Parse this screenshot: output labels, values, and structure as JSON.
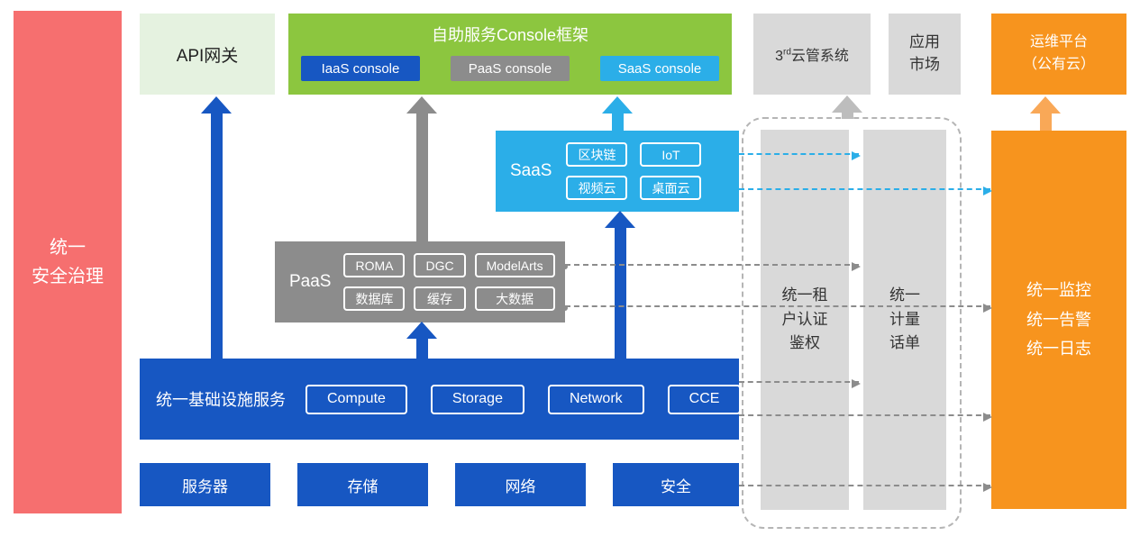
{
  "colors": {
    "red": "#F66F6F",
    "light-green": "#E5F2E0",
    "green": "#8CC63F",
    "blue": "#1757C2",
    "gray": "#8C8C8C",
    "cyan": "#2BAEE8",
    "light-gray": "#D9D9D9",
    "orange": "#F7941E",
    "orange-arrow": "#F9A857",
    "arrow-light-gray": "#BDBDBD",
    "dash-gray": "#8C8C8C"
  },
  "left_bar": {
    "label": "统一\n安全治理"
  },
  "top": {
    "api_gateway": "API网关",
    "console": {
      "title": "自助服务Console框架",
      "buttons": [
        "IaaS console",
        "PaaS console",
        "SaaS console"
      ]
    },
    "third_party": {
      "num": "3",
      "sup": "rd",
      "rest": "云管系统"
    },
    "app_market": "应用\n市场",
    "ops_platform": "运维平台\n（公有云）"
  },
  "saas": {
    "label": "SaaS",
    "chips": [
      "区块链",
      "IoT",
      "视频云",
      "桌面云"
    ]
  },
  "paas": {
    "label": "PaaS",
    "chips": [
      "ROMA",
      "DGC",
      "ModelArts",
      "数据库",
      "缓存",
      "大数据"
    ]
  },
  "iaas": {
    "label": "统一基础设施服务",
    "chips": [
      "Compute",
      "Storage",
      "Network",
      "CCE"
    ]
  },
  "hardware": {
    "items": [
      "服务器",
      "存储",
      "网络",
      "安全"
    ]
  },
  "right": {
    "auth": "统一租\n户认证\n鉴权",
    "metering": "统一\n计量\n话单",
    "monitoring": "统一监控\n统一告警\n统一日志"
  }
}
